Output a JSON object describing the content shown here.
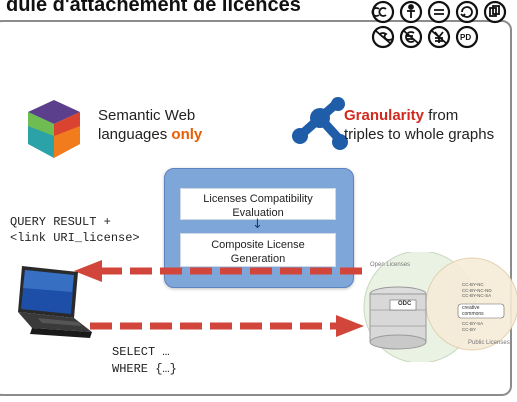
{
  "slide": {
    "title": "dule d'attachement de licences",
    "logos": [
      "cc-icon",
      "attribution-icon",
      "no-derivatives-icon",
      "share-alike-icon",
      "remix-icon",
      "noncommercial-icon",
      "noncommercial-eu-icon",
      "noncommercial-yen-icon",
      "public-domain-icon"
    ]
  },
  "features": {
    "semantic_web": {
      "line1": "Semantic Web",
      "line2_prefix": "languages ",
      "line2_highlight": "only"
    },
    "granularity": {
      "highlight": "Granularity",
      "line1_rest": " from",
      "line2": "triples to whole graphs"
    }
  },
  "process": {
    "box1": {
      "line1": "Licenses Compatibility",
      "line2": "Evaluation"
    },
    "box2": {
      "line1": "Composite License",
      "line2": "Generation"
    },
    "arrow": "↓"
  },
  "query_result": {
    "line1": "QUERY RESULT +",
    "line2": "<link URI_license>"
  },
  "sparql": {
    "line1": "SELECT …",
    "line2": "WHERE {…}"
  },
  "licenses_graphic": {
    "open_label": "Open Licenses",
    "public_label": "Public Licenses",
    "odc": "ODC",
    "cc_list": [
      "CC-BY-NC",
      "CC-BY-NC-ND",
      "CC-BY-NC-SA",
      "CC-BY-SA",
      "CC-BY"
    ],
    "cc_logo_top": "creative",
    "cc_logo_bottom": "commons"
  },
  "colors": {
    "arrow": "#d2453b",
    "panel": "#7ea6d8",
    "title": "#111111"
  }
}
